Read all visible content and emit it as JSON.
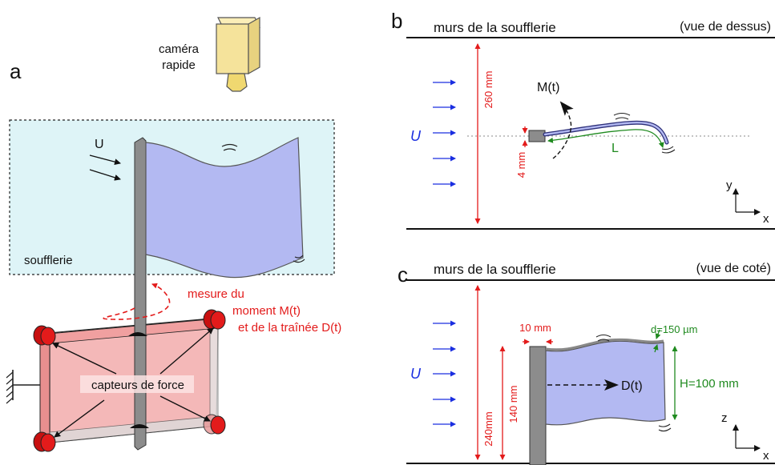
{
  "panel_a": {
    "letter": "a",
    "camera_line1": "caméra",
    "camera_line2": "rapide",
    "wind_label": "U",
    "tunnel_label": "soufflerie",
    "measure_line1": "mesure du",
    "measure_line2": "moment M(t)",
    "measure_line3": "et de la traînée D(t)",
    "sensors_label": "capteurs de force"
  },
  "panel_b": {
    "letter": "b",
    "walls_label": "murs de la soufflerie",
    "view_label": "(vue de dessus)",
    "wind_label": "U",
    "width_label": "260 mm",
    "pole_label": "4 mm",
    "moment_label": "M(t)",
    "length_label": "L",
    "axis_y": "y",
    "axis_x": "x"
  },
  "panel_c": {
    "letter": "c",
    "walls_label": "murs de la soufflerie",
    "view_label": "(vue de coté)",
    "wind_label": "U",
    "height_label": "240mm",
    "pole_height_label": "140 mm",
    "pole_width_label": "10 mm",
    "thickness_label": "d=150 µm",
    "flag_height_label": "H=100 mm",
    "drag_label": "D(t)",
    "axis_z": "z",
    "axis_x": "x"
  },
  "colors": {
    "flag": "#b3b9f2",
    "tunnel": "#def4f7",
    "frame": "#f2a6a6",
    "sensor": "#e31b1b",
    "dimension": "#e31b1b",
    "wind": "#1a2ee0",
    "green": "#1f8a1f",
    "pole": "#8c8c8c",
    "camera": "#f5e39b"
  }
}
